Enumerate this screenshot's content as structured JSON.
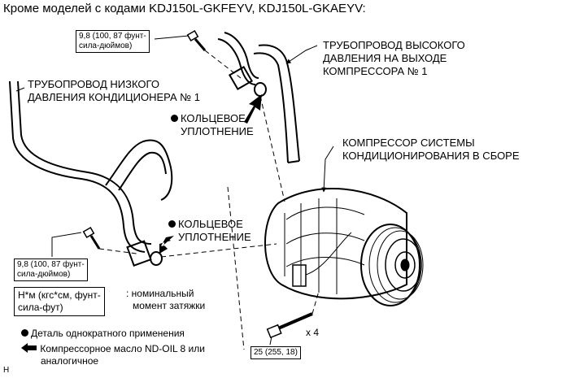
{
  "title": "Кроме моделей с кодами KDJ150L-GKFEYV, KDJ150L-GKAEYV:",
  "torque_top": [
    "9,8 (100, 87 фунт-",
    "сила-дюймов)"
  ],
  "torque_bolt_left": [
    "9,8 (100, 87 фунт-",
    "сила-дюймов)"
  ],
  "torque_compressor": "25 (255, 18)",
  "high_pressure_pipe": [
    "ТРУБОПРОВОД ВЫСОКОГО",
    "ДАВЛЕНИЯ НА ВЫХОДЕ",
    "КОМПРЕССОРА № 1"
  ],
  "low_pressure_pipe": [
    "ТРУБОПРОВОД НИЗКОГО",
    "ДАВЛЕНИЯ КОНДИЦИОНЕРА № 1"
  ],
  "o_ring_upper": [
    "КОЛЬЦЕВОЕ",
    "УПЛОТНЕНИЕ"
  ],
  "o_ring_lower": [
    "КОЛЬЦЕВОЕ",
    "УПЛОТНЕНИЕ"
  ],
  "compressor": [
    "КОМПРЕССОР СИСТЕМЫ",
    "КОНДИЦИОНИРОВАНИЯ В СБОРЕ"
  ],
  "bolt_count": "x 4",
  "legend": {
    "unit_box": [
      "Н*м (кгс*см, фунт-",
      "сила-фут)"
    ],
    "unit_desc": [
      ": номинальный",
      "момент затяжки"
    ],
    "non_reusable": "Деталь однократного применения",
    "oil": [
      "Компрессорное масло ND-OIL 8 или",
      "аналогичное"
    ]
  },
  "corner_mark": "H"
}
